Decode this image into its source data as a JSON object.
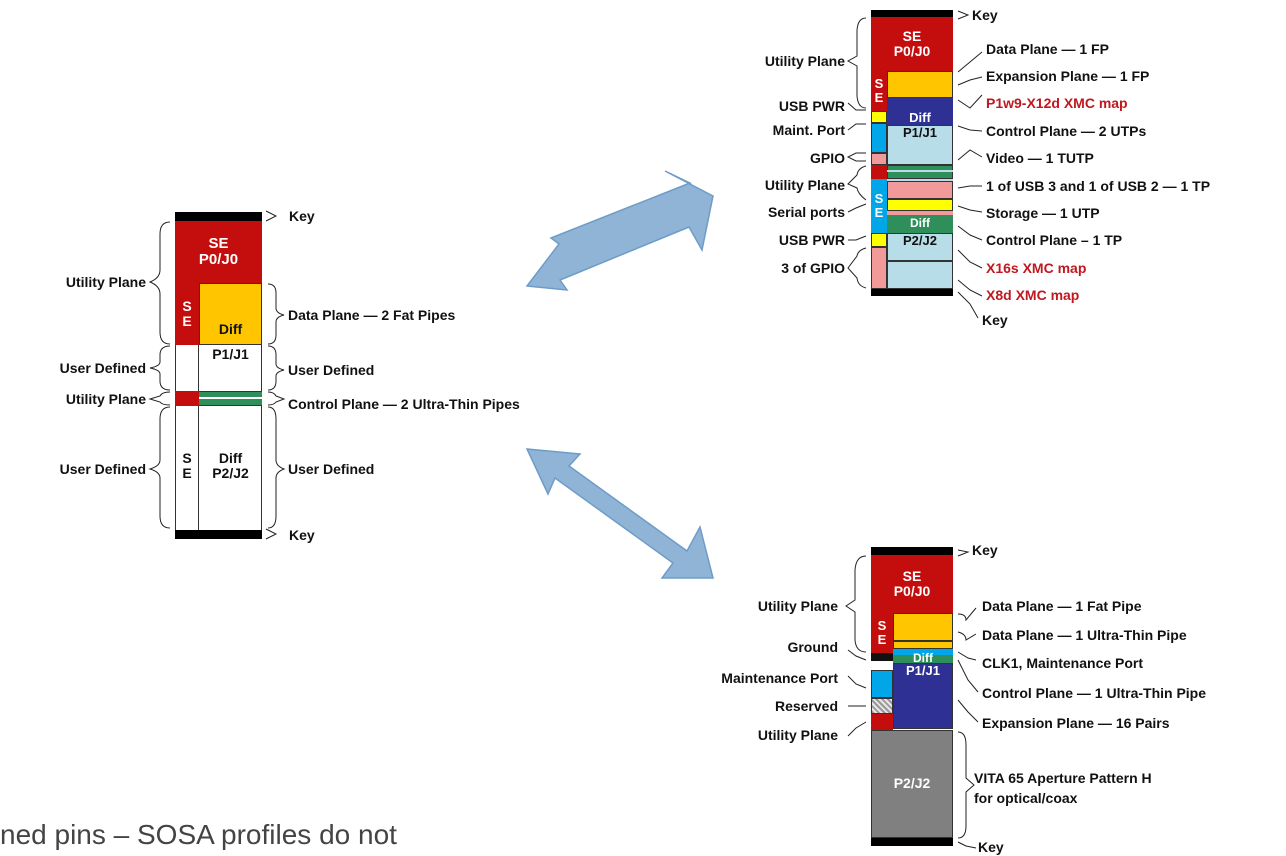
{
  "colors": {
    "red": "#c40d0d",
    "yellow": "#ffc600",
    "blue": "#2e3193",
    "cyan": "#00a6e8",
    "lightblue": "#b6dde8",
    "pink": "#f29a9a",
    "green": "#2f8f5b",
    "gray": "#808080",
    "arrow": "#8fb4d6",
    "label_red": "#c0181f"
  },
  "left": {
    "labels_left": [
      "Utility Plane",
      "User Defined",
      "Utility Plane",
      "User Defined"
    ],
    "labels_right": [
      "Key",
      "Data Plane — 2 Fat Pipes",
      "User Defined",
      "Control Plane — 2 Ultra-Thin Pipes",
      "User Defined",
      "Key"
    ],
    "blocks": {
      "se_p0": "SE",
      "p0": "P0/J0",
      "se_s": "S",
      "se_e": "E",
      "diff": "Diff",
      "p1": "P1/J1",
      "s2": "S",
      "e2": "E",
      "diff2": "Diff",
      "p2": "P2/J2"
    }
  },
  "top_right": {
    "labels_left": [
      "Utility Plane",
      "USB PWR",
      "Maint. Port",
      "GPIO",
      "Utility Plane",
      "Serial ports",
      "USB PWR",
      "3 of GPIO"
    ],
    "labels_right": [
      "Key",
      "Data Plane — 1 FP",
      "Expansion Plane — 1 FP",
      "P1w9-X12d XMC map",
      "Control Plane — 2 UTPs",
      "Video — 1 TUTP",
      "1 of USB 3 and 1 of USB 2 — 1 TP",
      "Storage — 1 UTP",
      "Control Plane – 1 TP",
      "X16s XMC map",
      "X8d XMC map",
      "Key"
    ],
    "blocks": {
      "se": "SE",
      "p0": "P0/J0",
      "s": "S",
      "e": "E",
      "diff": "Diff",
      "p1": "P1/J1",
      "s2": "S",
      "e2": "E",
      "diff2": "Diff",
      "p2": "P2/J2"
    }
  },
  "bottom_right": {
    "labels_left": [
      "Utility Plane",
      "Ground",
      "Maintenance Port",
      "Reserved",
      "Utility Plane"
    ],
    "labels_right": [
      "Key",
      "Data Plane — 1 Fat Pipe",
      "Data Plane — 1 Ultra-Thin Pipe",
      "CLK1, Maintenance Port",
      "Control Plane — 1 Ultra-Thin Pipe",
      "Expansion Plane — 16 Pairs",
      "VITA 65 Aperture Pattern H",
      "for optical/coax",
      "Key"
    ],
    "blocks": {
      "se": "SE",
      "p0": "P0/J0",
      "s": "S",
      "e": "E",
      "diff": "Diff",
      "p1": "P1/J1",
      "p2": "P2/J2"
    }
  },
  "caption": "ned pins – SOSA profiles do not"
}
